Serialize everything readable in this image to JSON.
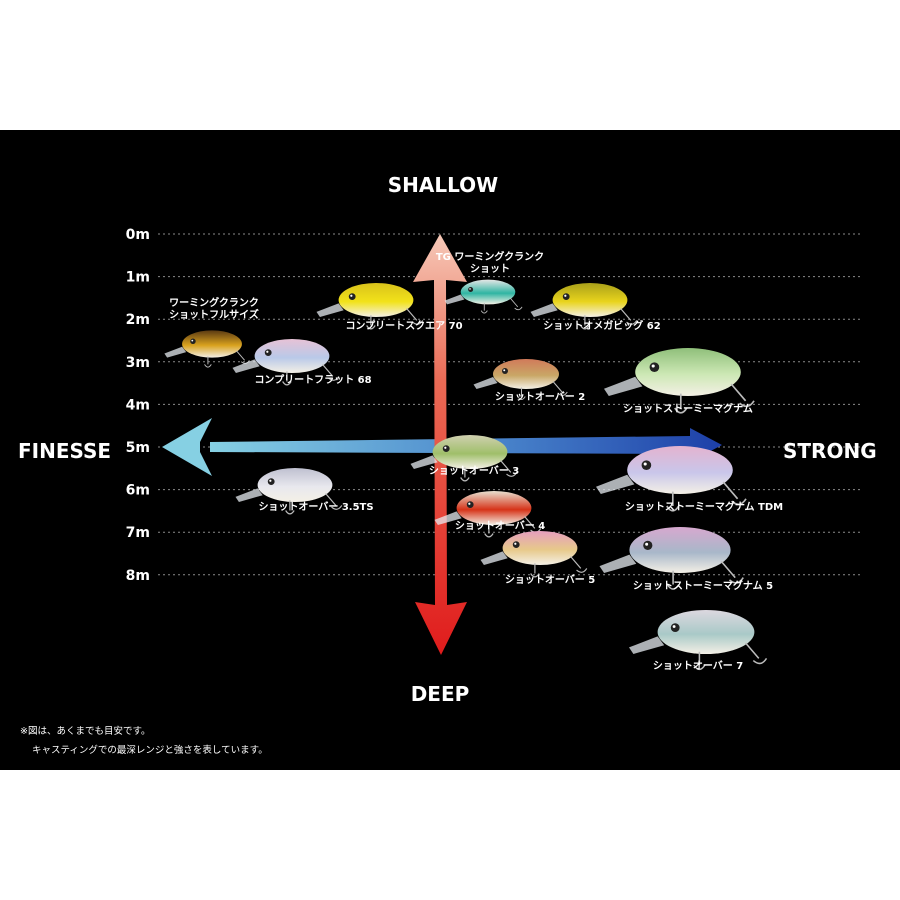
{
  "axes": {
    "top": "SHALLOW",
    "bottom": "DEEP",
    "left": "FINESSE",
    "right": "STRONG"
  },
  "depths": [
    "0m",
    "1m",
    "2m",
    "3m",
    "4m",
    "5m",
    "6m",
    "7m",
    "8m"
  ],
  "lures": [
    {
      "id": "tg-short",
      "label": [
        "TG ワーミングクランク",
        "ショット"
      ],
      "colors": [
        "#2fb5a3",
        "#e6e6e6"
      ]
    },
    {
      "id": "fullsize",
      "label": [
        "ワーミングクランク",
        "ショットフルサイズ"
      ],
      "colors": [
        "#d9a21e",
        "#5a3a12"
      ]
    },
    {
      "id": "square70",
      "label": [
        "コンプリートスクエア 70"
      ],
      "colors": [
        "#f2e21a",
        "#d9c21a"
      ]
    },
    {
      "id": "omega62",
      "label": [
        "ショットオメガビッグ 62"
      ],
      "colors": [
        "#e9d41c",
        "#a9a01a"
      ]
    },
    {
      "id": "flat68",
      "label": [
        "コンプリートフラット 68"
      ],
      "colors": [
        "#b9c9e8",
        "#e7c2d6"
      ]
    },
    {
      "id": "over2",
      "label": [
        "ショットオーバー 2"
      ],
      "colors": [
        "#c9a766",
        "#d17a5a"
      ]
    },
    {
      "id": "stormy",
      "label": [
        "ショットストーミーマグナム"
      ],
      "colors": [
        "#cde8b5",
        "#8fbf7a"
      ]
    },
    {
      "id": "over3",
      "label": [
        "ショットオーバー 3"
      ],
      "colors": [
        "#9fbf6a",
        "#d0d0b0"
      ]
    },
    {
      "id": "over35",
      "label": [
        "ショットオーバー 3.5TS"
      ],
      "colors": [
        "#e8e8ee",
        "#bfc0d0"
      ]
    },
    {
      "id": "stormy-tdm",
      "label": [
        "ショットストーミーマグナム TDM"
      ],
      "colors": [
        "#c9c6ea",
        "#e4b3cf"
      ]
    },
    {
      "id": "over4",
      "label": [
        "ショットオーバー 4"
      ],
      "colors": [
        "#d63318",
        "#e8e0d0"
      ]
    },
    {
      "id": "over5",
      "label": [
        "ショットオーバー 5"
      ],
      "colors": [
        "#e7c98a",
        "#e59fbe"
      ]
    },
    {
      "id": "stormy5",
      "label": [
        "ショットストーミーマグナム 5"
      ],
      "colors": [
        "#a8b7c9",
        "#d7a8cf"
      ]
    },
    {
      "id": "over7",
      "label": [
        "ショットオーバー 7"
      ],
      "colors": [
        "#a9c9c7",
        "#dcd8e0"
      ]
    }
  ],
  "notes": [
    "※図は、あくまでも目安です。",
    "キャスティングでの最深レンジと強さを表しています。"
  ],
  "colors": {
    "background": "#000000",
    "vertical_arrow_top": "#f2b7a2",
    "vertical_arrow_bottom": "#e21d1d",
    "horizontal_arrow_left": "#7ecbe0",
    "horizontal_arrow_right": "#2453b8"
  }
}
